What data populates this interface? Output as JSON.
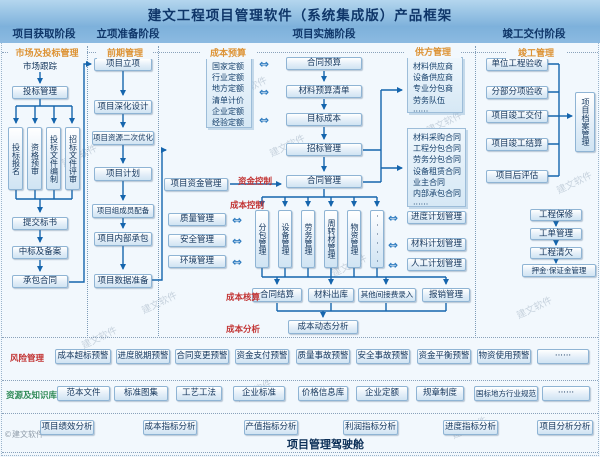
{
  "title": "建文工程项目管理软件（系统集成版）产品框架",
  "watermark": "建文软件",
  "copyright": "©建文软件",
  "icons": {
    "double_arrow": "⇔"
  },
  "colors": {
    "band_blue": "#7db1db",
    "arrow_blue": "#1565ad",
    "box_border": "#8fb4d4",
    "accent_orange": "#dd9335",
    "accent_red": "#c23434",
    "accent_green": "#2f8a57",
    "text_navy": "#14365c"
  },
  "phases": [
    "项目获取阶段",
    "立项准备阶段",
    "项目实施阶段",
    "竣工交付阶段"
  ],
  "acquisition": {
    "label": "市场及投标管理",
    "market": "市场跟踪",
    "bid": "投标管理",
    "bid_steps": [
      "投标报名",
      "资格预审",
      "投标文件编制",
      "招标文件评审"
    ],
    "submit": "提交标书",
    "award": "中标及备案",
    "contract": "承包合同"
  },
  "preparation": {
    "label": "前期管理",
    "steps": [
      "项目立项",
      "项目深化设计",
      "项目资源二次优化",
      "项目计划",
      "项目组成员配备",
      "项目内部承包",
      "项目数据准备"
    ]
  },
  "implementation": {
    "budget_label": "成本预算",
    "quota": [
      "国家定额",
      "行业定额",
      "地方定额",
      "清单计价",
      "企业定额",
      "经验定额"
    ],
    "flow": [
      "合同预算",
      "材料预算清单",
      "目标成本",
      "招标管理",
      "合同管理"
    ],
    "supplier_label": "供方管理",
    "suppliers": [
      "材料供应商",
      "设备供应商",
      "专业分包商",
      "劳务队伍",
      "······"
    ],
    "contracts": [
      "材料采购合同",
      "工程分包合同",
      "劳务分包合同",
      "设备租赁合同",
      "业主合同",
      "内部承包合同",
      "······"
    ],
    "fund": "项目资金管理",
    "fund_control": "资金控制",
    "cost_control": "成本控制",
    "mgmt": [
      "质量管理",
      "安全管理",
      "环境管理"
    ],
    "resources": [
      "分包管理",
      "设备管理",
      "劳务管理",
      "周转材管理",
      "物资管理",
      "······"
    ],
    "plans": [
      "进度计划管理",
      "材料计划管理",
      "人工计划管理"
    ],
    "accounting_label": "成本核算",
    "accounting": [
      "合同结算",
      "材料出库",
      "其他间接费录入",
      "报销管理"
    ],
    "analysis_label": "成本分析",
    "analysis": "成本动态分析"
  },
  "delivery": {
    "label": "竣工管理",
    "steps": [
      "单位工程验收",
      "分部分项验收",
      "项目竣工交付",
      "项目竣工结算",
      "项目后评估"
    ],
    "archive": "项目档案管理",
    "warranty": [
      "工程保修",
      "工单管理",
      "工程清欠",
      "押金·保证金管理"
    ]
  },
  "risk": {
    "label": "风险管理",
    "items": [
      "成本超标预警",
      "进度脱期预警",
      "合同变更预警",
      "资金支付预警",
      "质量事故预警",
      "安全事故预警",
      "资金平衡预警",
      "物资使用预警",
      "······"
    ]
  },
  "knowledge": {
    "label": "资源及知识库",
    "items": [
      "范本文件",
      "标准图集",
      "工艺工法",
      "企业标准",
      "价格信息库",
      "企业定额",
      "规章制度",
      "国标地方行业规范",
      "······"
    ]
  },
  "dashboard": {
    "label": "项目管理驾驶舱",
    "items": [
      "项目绩效分析",
      "成本指标分析",
      "产值指标分析",
      "利润指标分析",
      "进度指标分析",
      "项目分析分析"
    ]
  }
}
